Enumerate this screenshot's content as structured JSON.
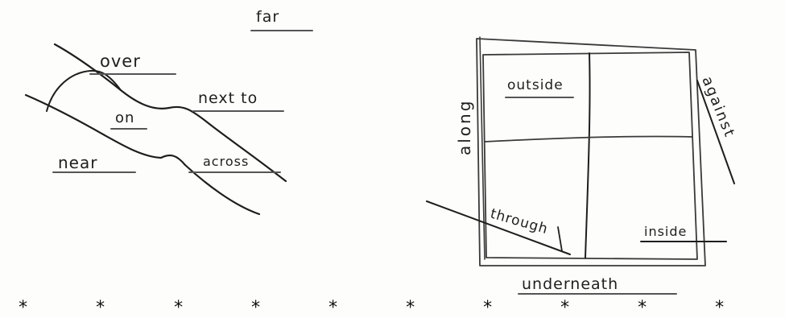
{
  "left_diagram": {
    "words": {
      "far": "far",
      "over": "over",
      "next_to": "next to",
      "on": "on",
      "near": "near",
      "across": "across"
    }
  },
  "right_diagram": {
    "words": {
      "along": "along",
      "outside": "outside",
      "against": "against",
      "through": "through",
      "inside": "inside",
      "underneath": "underneath"
    }
  },
  "footer": {
    "separator": [
      "*",
      "*",
      "*",
      "*",
      "*",
      "*",
      "*",
      "*",
      "*",
      "*"
    ]
  },
  "colors": {
    "ink": "#1e1e1e",
    "pencil": "#4a4a4a",
    "underline": "#555555",
    "paper": "#fdfdfc"
  }
}
